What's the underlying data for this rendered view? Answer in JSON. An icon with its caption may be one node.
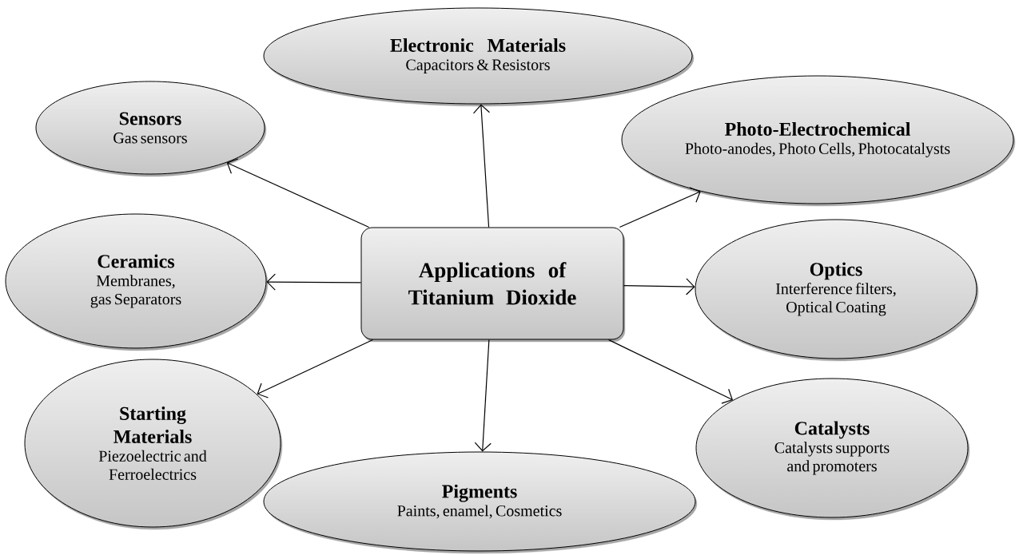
{
  "diagram": {
    "nodes": [
      {
        "text": [
          "Electronic Materials",
          "Capacitors & Resistors"
        ]
      },
      {
        "text": [
          "Sensors",
          "Gas sensors"
        ]
      },
      {
        "text": [
          "Photo-Electrochemical",
          "Photo-anodes, Photo Cells, Photocatalysts"
        ]
      },
      {
        "text": [
          "Ceramics",
          "Membranes, gas Separators"
        ]
      },
      {
        "text": [
          "Applications of Titanium Dioxide"
        ]
      },
      {
        "text": [
          "Optics",
          "Interference filters, Optical Coating"
        ]
      },
      {
        "text": [
          "Starting Materials",
          "Piezoelectric and Ferroelectrics"
        ]
      },
      {
        "text": [
          "Catalysts",
          "Catalysts supports and promoters"
        ]
      },
      {
        "text": [
          "Pigments",
          "Paints, enamel, Cosmetics"
        ]
      }
    ],
    "edges": [
      {
        "from": 4,
        "to": 0,
        "arrow": "to"
      },
      {
        "from": 4,
        "to": 1,
        "arrow": "to"
      },
      {
        "from": 4,
        "to": 2,
        "arrow": "to"
      },
      {
        "from": 4,
        "to": 3,
        "arrow": "to"
      },
      {
        "from": 4,
        "to": 5,
        "arrow": "to"
      },
      {
        "from": 4,
        "to": 6,
        "arrow": "to"
      },
      {
        "from": 4,
        "to": 7,
        "arrow": "to"
      },
      {
        "from": 4,
        "to": 8,
        "arrow": "to"
      }
    ]
  }
}
